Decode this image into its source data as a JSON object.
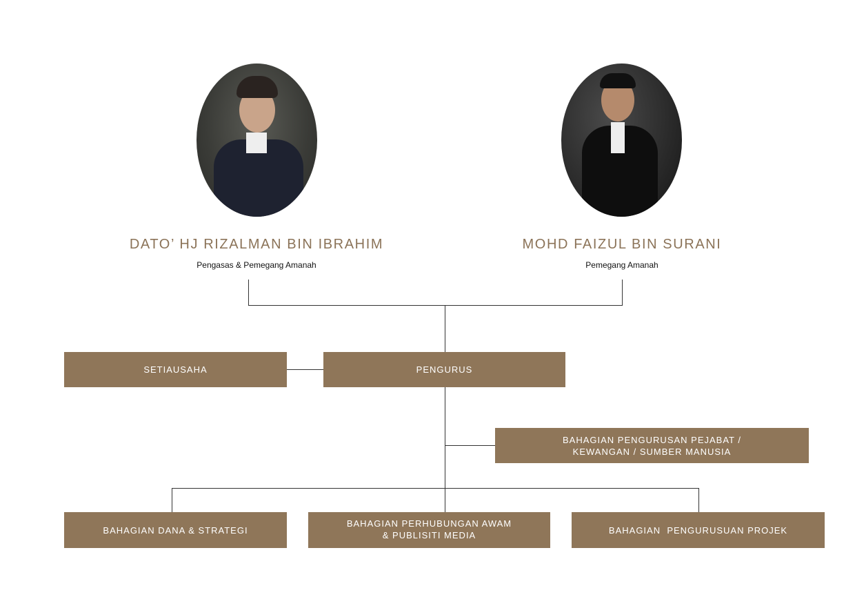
{
  "trustees": [
    {
      "name": "DATO’ HJ RIZALMAN BIN IBRAHIM",
      "role": "Pengasas & Pemegang Amanah"
    },
    {
      "name": "MOHD FAIZUL BIN SURANI",
      "role": "Pemegang Amanah"
    }
  ],
  "boxes": {
    "setiausaha": "SETIAUSAHA",
    "pengurus": "PENGURUS",
    "pejabat": "BAHAGIAN PENGURUSAN PEJABAT /\nKEWANGAN / SUMBER MANUSIA",
    "dana": "BAHAGIAN DANA & STRATEGI",
    "perhubungan": "BAHAGIAN PERHUBUNGAN AWAM\n& PUBLISITI MEDIA",
    "projek": "BAHAGIAN  PENGURUSUAN PROJEK"
  },
  "colors": {
    "box": "#8f7659",
    "name": "#8b7358"
  }
}
